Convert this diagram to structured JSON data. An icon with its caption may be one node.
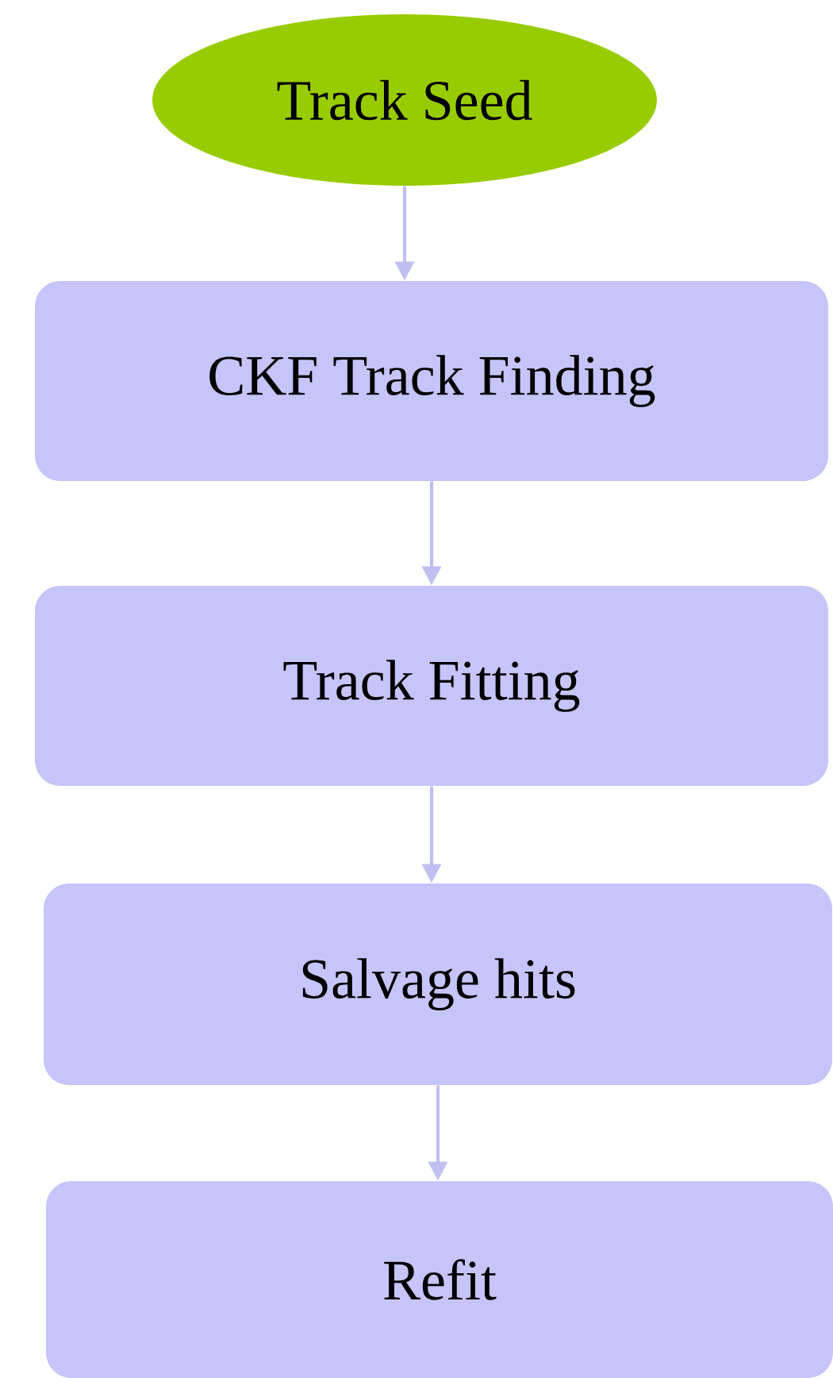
{
  "diagram": {
    "nodes": [
      {
        "text": [
          "Track Seed"
        ]
      },
      {
        "text": [
          "CKF Track Finding"
        ]
      },
      {
        "text": [
          "Track Fitting"
        ]
      },
      {
        "text": [
          "Salvage hits"
        ]
      },
      {
        "text": [
          "Refit"
        ]
      }
    ],
    "edges": [
      {
        "from": 0,
        "to": 1,
        "arrow": "to"
      },
      {
        "from": 1,
        "to": 2,
        "arrow": "to"
      },
      {
        "from": 2,
        "to": 3,
        "arrow": "to"
      },
      {
        "from": 3,
        "to": 4,
        "arrow": "to"
      }
    ]
  }
}
